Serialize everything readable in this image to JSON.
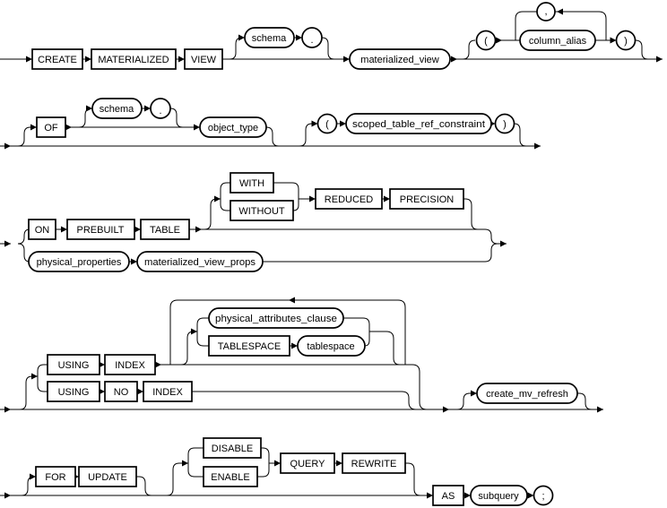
{
  "colors": {
    "background": "#ffffff",
    "line": "#000000",
    "node_fill": "#ffffff"
  },
  "r1": {
    "create": "CREATE",
    "materialized": "MATERIALIZED",
    "view": "VIEW",
    "schema": "schema",
    "dot": ".",
    "materialized_view": "materialized_view",
    "lparen": "(",
    "comma": ",",
    "column_alias": "column_alias",
    "rparen": ")"
  },
  "r2": {
    "of": "OF",
    "schema": "schema",
    "dot": ".",
    "object_type": "object_type",
    "lparen": "(",
    "scoped_table_ref_constraint": "scoped_table_ref_constraint",
    "rparen": ")"
  },
  "r3": {
    "on": "ON",
    "prebuilt": "PREBUILT",
    "table": "TABLE",
    "with": "WITH",
    "without": "WITHOUT",
    "reduced": "REDUCED",
    "precision": "PRECISION",
    "physical_properties": "physical_properties",
    "materialized_view_props": "materialized_view_props"
  },
  "r4": {
    "using_index": "USING",
    "index": "INDEX",
    "using_no_index": "USING",
    "no": "NO",
    "index2": "INDEX",
    "physical_attributes_clause": "physical_attributes_clause",
    "tablespace_keyword": "TABLESPACE",
    "tablespace": "tablespace",
    "create_mv_refresh": "create_mv_refresh"
  },
  "r5": {
    "for": "FOR",
    "update": "UPDATE",
    "disable": "DISABLE",
    "enable": "ENABLE",
    "query": "QUERY",
    "rewrite": "REWRITE",
    "as": "AS",
    "subquery": "subquery",
    "semicolon": ";"
  }
}
